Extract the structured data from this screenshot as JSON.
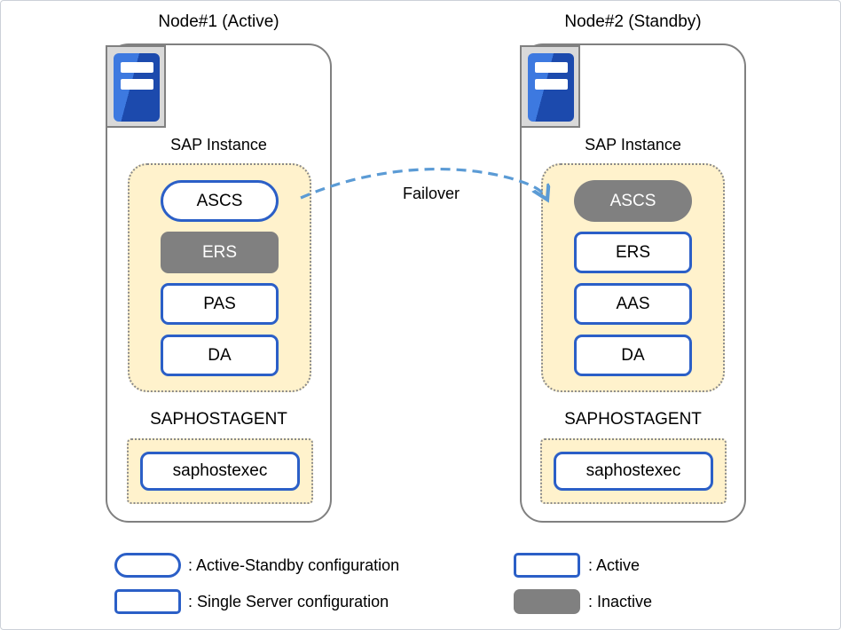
{
  "colors": {
    "node_border": "#808080",
    "group_fill": "#FFF2CC",
    "group_border": "#8A8A8A",
    "active_border_blue": "#2B5FC7",
    "inactive_gray": "#808080",
    "arrow_blue": "#5B9BD5",
    "icon_square_fill": "#D9D9D9",
    "icon_blue_light": "#3D79E0",
    "icon_blue_dark": "#1C4AAD"
  },
  "nodes": [
    {
      "title": "Node#1 (Active)",
      "sap_instance_label": "SAP Instance",
      "instances": [
        {
          "label": "ASCS",
          "shape": "pill",
          "state": "active"
        },
        {
          "label": "ERS",
          "shape": "rect",
          "state": "inactive"
        },
        {
          "label": "PAS",
          "shape": "rect",
          "state": "active"
        },
        {
          "label": "DA",
          "shape": "rect",
          "state": "active"
        }
      ],
      "hostagent_label": "SAPHOSTAGENT",
      "hostagent_items": [
        {
          "label": "saphostexec",
          "shape": "rect",
          "state": "active"
        }
      ]
    },
    {
      "title": "Node#2 (Standby)",
      "sap_instance_label": "SAP Instance",
      "instances": [
        {
          "label": "ASCS",
          "shape": "pill",
          "state": "inactive"
        },
        {
          "label": "ERS",
          "shape": "rect",
          "state": "active"
        },
        {
          "label": "AAS",
          "shape": "rect",
          "state": "active"
        },
        {
          "label": "DA",
          "shape": "rect",
          "state": "active"
        }
      ],
      "hostagent_label": "SAPHOSTAGENT",
      "hostagent_items": [
        {
          "label": "saphostexec",
          "shape": "rect",
          "state": "active"
        }
      ]
    }
  ],
  "arrow": {
    "label": "Failover"
  },
  "legend": [
    {
      "swatch": "pill-outline",
      "label": ": Active-Standby configuration"
    },
    {
      "swatch": "rect-outline",
      "label": ": Single Server configuration"
    },
    {
      "swatch": "rect-outline",
      "label": ": Active"
    },
    {
      "swatch": "rect-filled",
      "label": ": Inactive"
    }
  ]
}
